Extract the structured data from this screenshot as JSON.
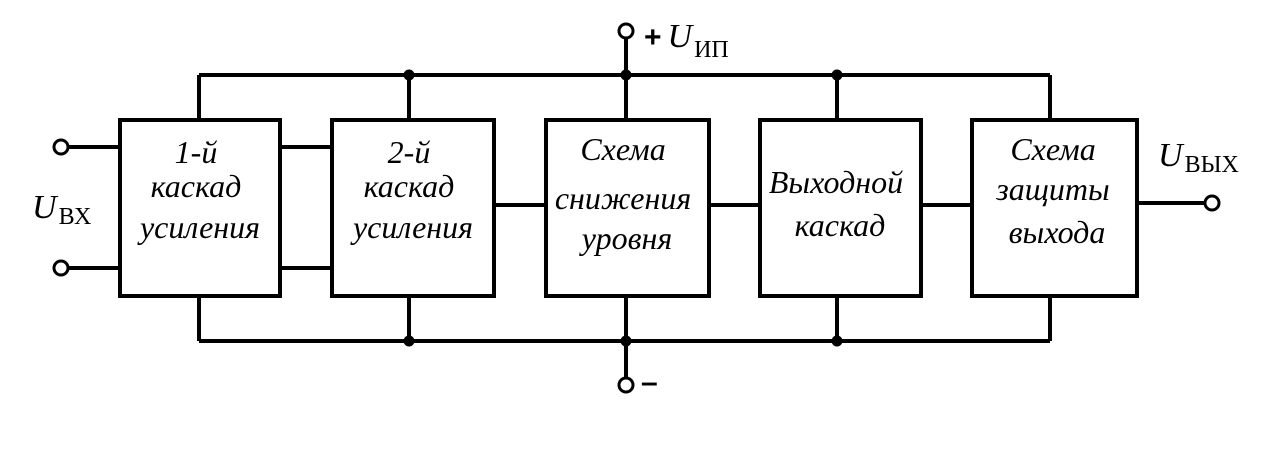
{
  "blocks": [
    {
      "lines": [
        "1-й",
        "каскад",
        "усиления"
      ]
    },
    {
      "lines": [
        "2-й",
        "каскад",
        "усиления"
      ]
    },
    {
      "lines": [
        "Схема",
        "снижения",
        "уровня"
      ]
    },
    {
      "lines": [
        "Выходной",
        "каскад"
      ]
    },
    {
      "lines": [
        "Схема",
        "защиты",
        "выхода"
      ]
    }
  ],
  "labels": {
    "input": {
      "main": "U",
      "sub": "ВХ"
    },
    "output": {
      "main": "U",
      "sub": "ВЫХ"
    },
    "supply_plus": {
      "sign": "+",
      "main": "U",
      "sub": "ИП"
    },
    "supply_minus": {
      "sign": "–"
    }
  }
}
